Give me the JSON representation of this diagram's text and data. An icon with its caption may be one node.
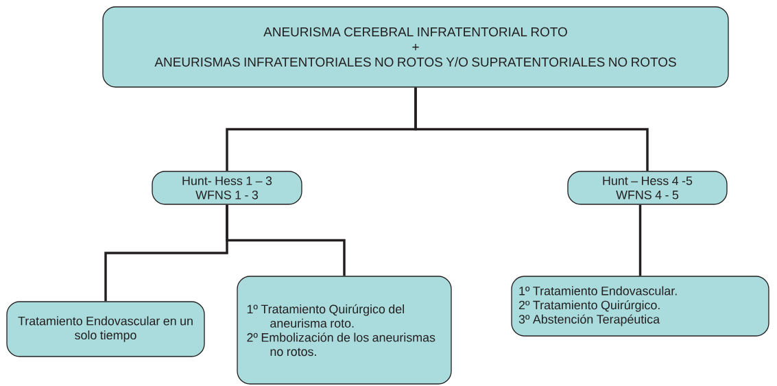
{
  "diagram": {
    "nodes": [
      {
        "text": [
          "ANEURISMA CEREBRAL INFRATENTORIAL ROTO",
          "+",
          "ANEURISMAS INFRATENTORIALES NO ROTOS Y/O SUPRATENTORIALES NO ROTOS"
        ]
      },
      {
        "text": [
          "Hunt- Hess 1 – 3",
          "WFNS 1 - 3"
        ]
      },
      {
        "text": [
          "Hunt – Hess 4 -5",
          "WFNS 4 - 5"
        ]
      },
      {
        "text": [
          "Tratamiento Endovascular en un solo tiempo"
        ]
      },
      {
        "text": [
          "1º Tratamiento Quirúrgico del aneurisma roto.",
          "2º Embolización de los aneurismas no rotos."
        ]
      },
      {
        "text": [
          "1º Tratamiento Endovascular.",
          "2º Tratamiento Quirúrgico.",
          "3º Abstención Terapéutica"
        ]
      }
    ],
    "edges": [
      {
        "from": 0,
        "to": 1,
        "arrow": "none"
      },
      {
        "from": 0,
        "to": 2,
        "arrow": "none"
      },
      {
        "from": 1,
        "to": 3,
        "arrow": "none"
      },
      {
        "from": 1,
        "to": 4,
        "arrow": "none"
      },
      {
        "from": 2,
        "to": 5,
        "arrow": "none"
      }
    ]
  }
}
